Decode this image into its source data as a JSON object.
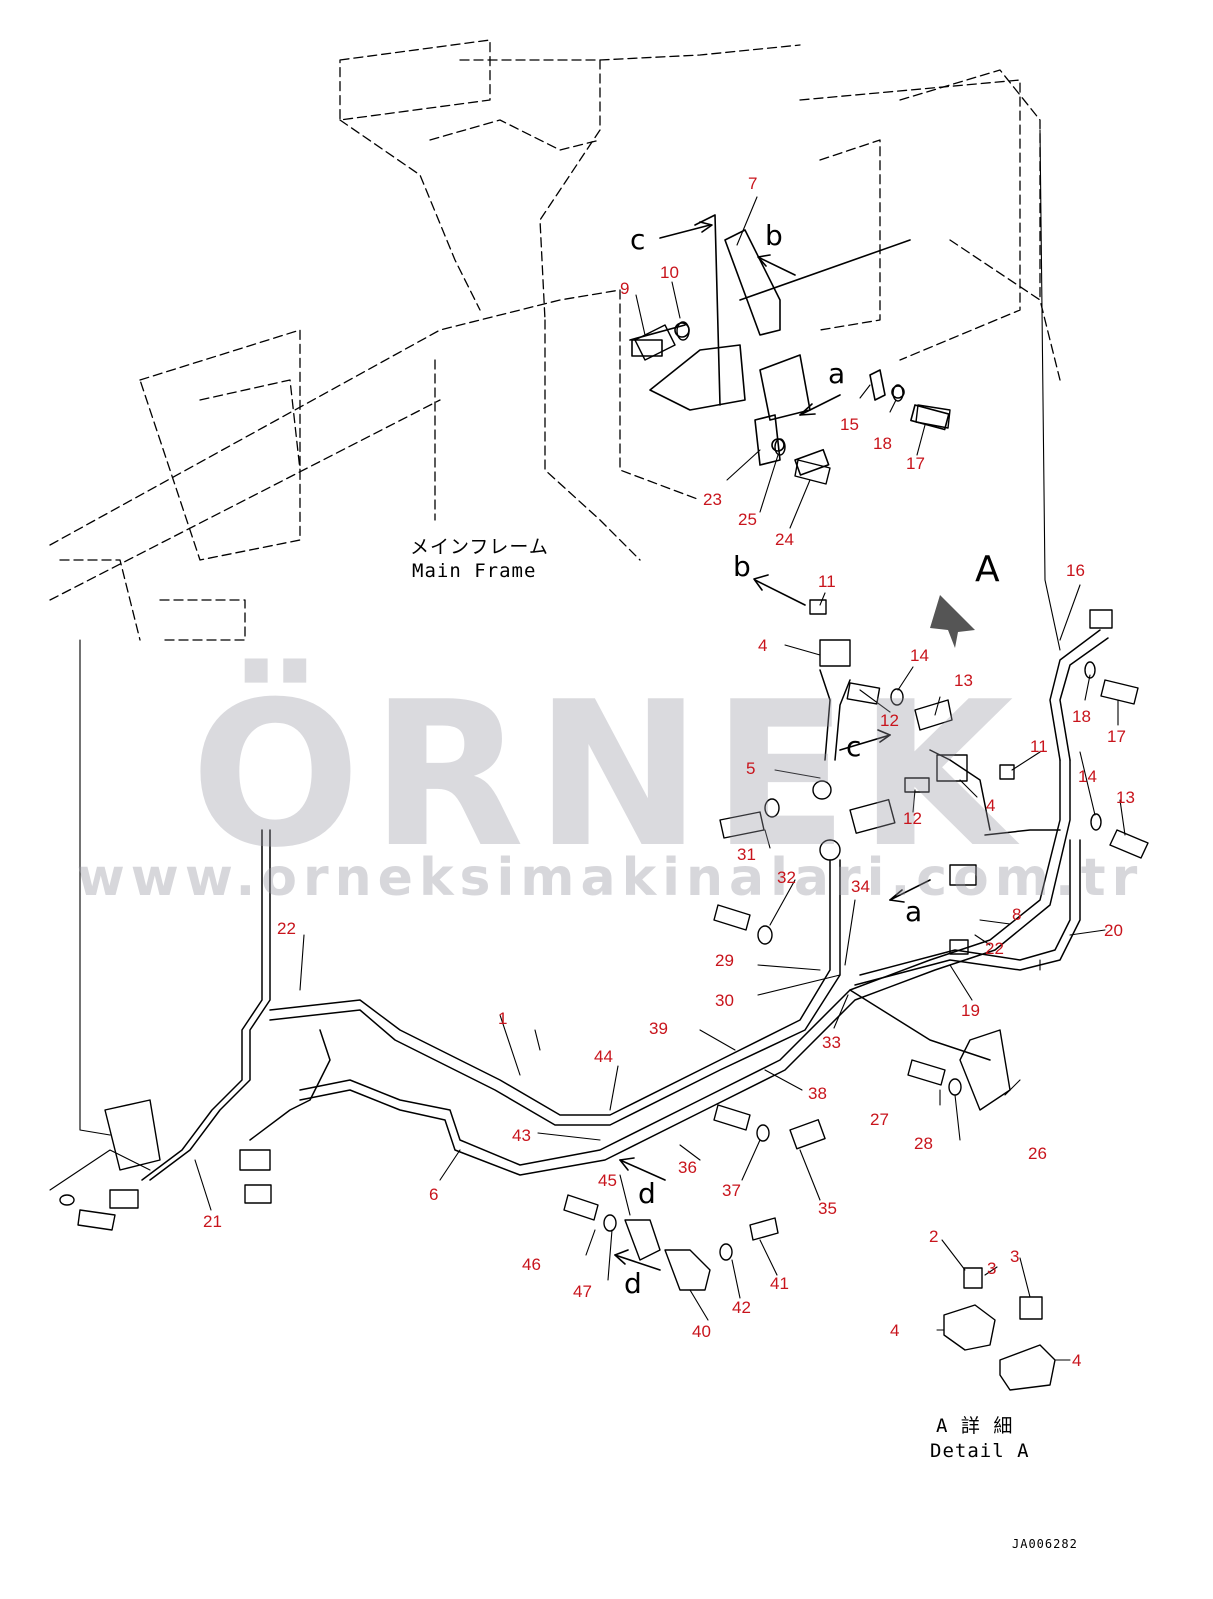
{
  "labels": {
    "main_frame_jp": "メインフレーム",
    "main_frame_en": "Main Frame",
    "detail_jp": "A 詳 細",
    "detail_en": "Detail A",
    "drawing_code": "JA006282"
  },
  "watermark": {
    "brand": "ÖRNEK",
    "url": "www.orneksimakinalari.com.tr"
  },
  "view_letters": {
    "A": "A",
    "a1": "a",
    "a2": "a",
    "b1": "b",
    "b2": "b",
    "c1": "c",
    "c2": "c",
    "d1": "d",
    "d2": "d"
  },
  "callouts": {
    "n1": "1",
    "n2": "2",
    "n3a": "3",
    "n3b": "3",
    "n4a": "4",
    "n4b": "4",
    "n4c": "4",
    "n4d": "4",
    "n5": "5",
    "n6": "6",
    "n7": "7",
    "n8": "8",
    "n9": "9",
    "n10": "10",
    "n11a": "11",
    "n11b": "11",
    "n12a": "12",
    "n12b": "12",
    "n13a": "13",
    "n13b": "13",
    "n14a": "14",
    "n14b": "14",
    "n15": "15",
    "n16": "16",
    "n17a": "17",
    "n17b": "17",
    "n18a": "18",
    "n18b": "18",
    "n19": "19",
    "n20": "20",
    "n21": "21",
    "n22a": "22",
    "n22b": "22",
    "n23": "23",
    "n24": "24",
    "n25": "25",
    "n26": "26",
    "n27": "27",
    "n28": "28",
    "n29": "29",
    "n30": "30",
    "n31": "31",
    "n32": "32",
    "n33": "33",
    "n34": "34",
    "n35": "35",
    "n36": "36",
    "n37": "37",
    "n38": "38",
    "n39": "39",
    "n40": "40",
    "n41": "41",
    "n42": "42",
    "n43": "43",
    "n44": "44",
    "n45": "45",
    "n46": "46",
    "n47": "47"
  },
  "colors": {
    "callout": "#c8141c",
    "line": "#000000",
    "watermark": "#9696a0",
    "accent": "#f0c840"
  }
}
